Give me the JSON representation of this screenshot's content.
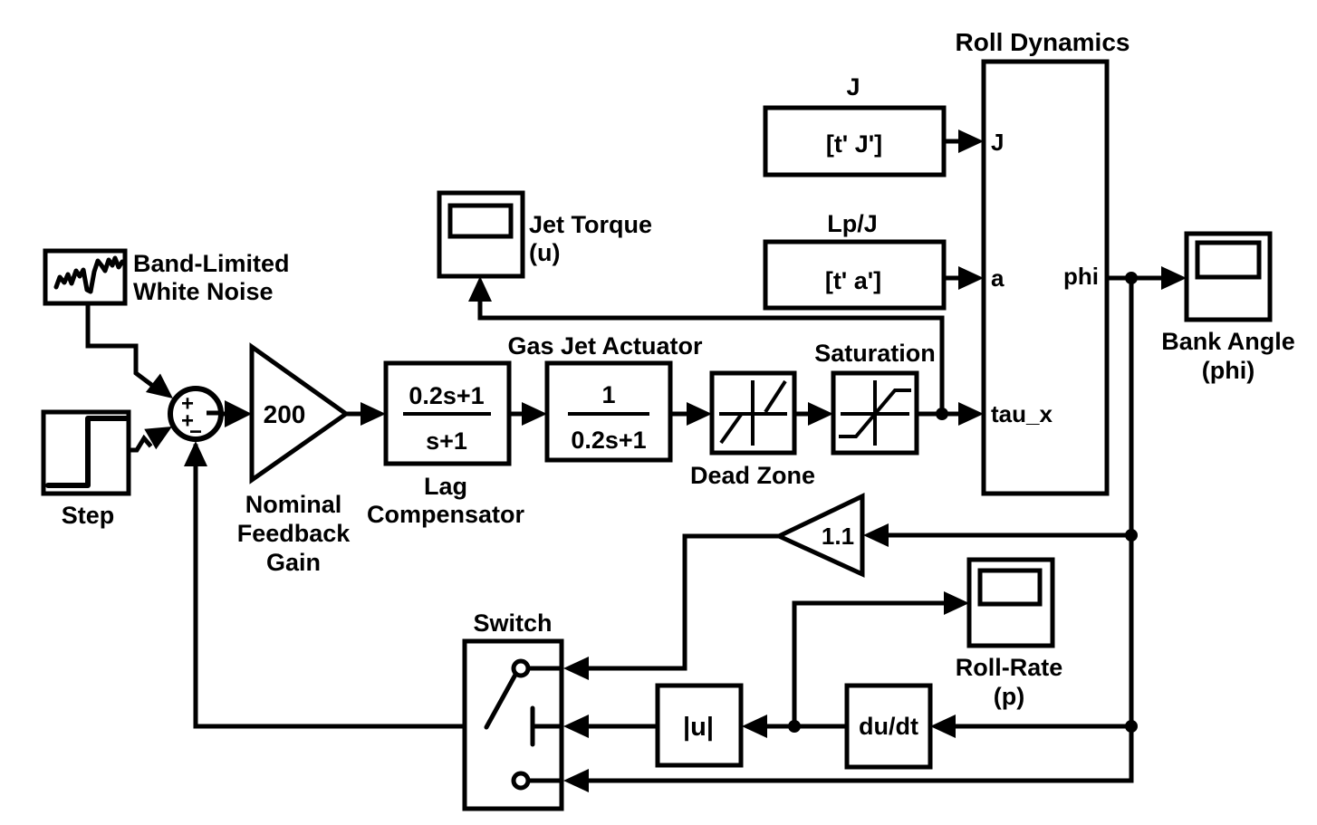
{
  "blocks": {
    "white_noise": {
      "label1": "Band-Limited",
      "label2": "White Noise"
    },
    "step": {
      "label": "Step"
    },
    "sum": {
      "sign1": "+",
      "sign2": "+",
      "sign3": "−"
    },
    "feedback_gain": {
      "value": "200",
      "label1": "Nominal",
      "label2": "Feedback",
      "label3": "Gain"
    },
    "lag_compensator": {
      "numerator": "0.2s+1",
      "denominator": "s+1",
      "label1": "Lag",
      "label2": "Compensator"
    },
    "gas_jet_actuator": {
      "title": "Gas Jet Actuator",
      "numerator": "1",
      "denominator": "0.2s+1"
    },
    "dead_zone": {
      "label": "Dead Zone"
    },
    "saturation": {
      "label": "Saturation"
    },
    "jet_torque_scope": {
      "label1": "Jet Torque",
      "label2": "(u)"
    },
    "j_constant": {
      "title": "J",
      "value": "[t' J']"
    },
    "lpj_constant": {
      "title": "Lp/J",
      "value": "[t' a']"
    },
    "roll_dynamics": {
      "title": "Roll Dynamics",
      "port_j": "J",
      "port_a": "a",
      "port_tau_x": "tau_x",
      "port_phi": "phi"
    },
    "bank_angle_scope": {
      "label1": "Bank Angle",
      "label2": "(phi)"
    },
    "rate_gain": {
      "value": "1.1"
    },
    "roll_rate_scope": {
      "label1": "Roll-Rate",
      "label2": "(p)"
    },
    "derivative": {
      "value": "du/dt"
    },
    "abs": {
      "value": "|u|"
    },
    "switch": {
      "label": "Switch"
    }
  },
  "colors": {
    "line": "#000000",
    "background": "#ffffff"
  }
}
